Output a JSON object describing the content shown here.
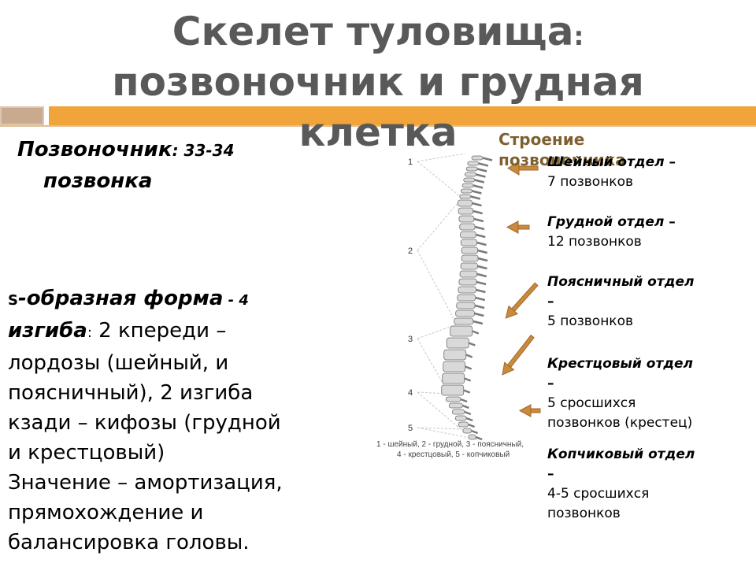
{
  "title": {
    "line1": "Скелет туловища",
    "line1_colon": ":",
    "line2": "позвоночник и грудная",
    "line3": "клетка"
  },
  "lead": {
    "label": "Позвоночник",
    "colon": ":",
    "count": " 33-34",
    "line2": "позвонка"
  },
  "body": {
    "s_letter": "S",
    "shape": "-образная форма",
    "bends": " - 4",
    "bends_word": "изгиба",
    "colon": ":",
    "front": " 2 кпереди –",
    "lordoses": "лордозы (шейный, и",
    "lumbar": "поясничный), 2 изгиба",
    "back": "кзади – кифозы (грудной",
    "sacral": "и  крестцовый)",
    "meaning": "Значение – амортизация,",
    "upright": "прямохождение и",
    "balance": "балансировка головы."
  },
  "diagram": {
    "caption_line1": "Строение",
    "caption_line2": "позвоночника",
    "numbers": [
      "1",
      "2",
      "3",
      "4",
      "5"
    ],
    "legend_line1": "1 - шейный, 2 - грудной, 3 -  поясничный,",
    "legend_line2": "4 - крестцовый, 5 - копчиковый"
  },
  "sections": [
    {
      "name": "Шейный отдел",
      "dash": " –",
      "count": "7 позвонков"
    },
    {
      "name": "Грудной отдел",
      "dash": " –",
      "count": "12 позвонков"
    },
    {
      "name": "Поясничный отдел",
      "dash": "–",
      "count": "5 позвонков"
    },
    {
      "name": "Крестцовый отдел",
      "dash": "–",
      "count": "5 сросшихся",
      "count2": "позвонков (крестец)"
    },
    {
      "name": "Копчиковый отдел",
      "dash": "–",
      "count": "4-5 сросшихся",
      "count2": "позвонков"
    }
  ],
  "colors": {
    "title": "#595959",
    "accent_bar": "#f0a43a",
    "caption": "#7f6131",
    "arrow": "#c98a3e"
  }
}
